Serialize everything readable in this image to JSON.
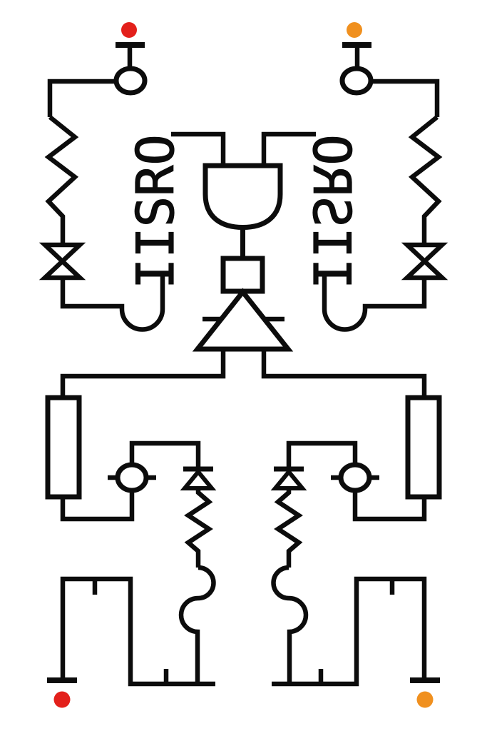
{
  "diagram": {
    "left_column_word": "IISRO",
    "right_column_word": "IISRO",
    "right_column_mirrored": true,
    "terminals": {
      "top_left": "red",
      "top_right": "orange",
      "bottom_left": "red",
      "bottom_right": "orange"
    }
  },
  "colors": {
    "ink": "#0c0c0c",
    "red": "#e3201b",
    "orange": "#f0901f",
    "white": "#ffffff"
  },
  "icons": [
    "supply-terminal-icon",
    "lamp-icon",
    "resistor-zigzag-icon",
    "valve-bowtie-icon",
    "and-gate-icon",
    "square-junction-icon",
    "amplifier-triangle-icon",
    "box-resistor-icon",
    "meter-lamp-icon",
    "diode-icon",
    "spring-resistor-icon",
    "coil-icon",
    "ground-terminal-icon"
  ]
}
